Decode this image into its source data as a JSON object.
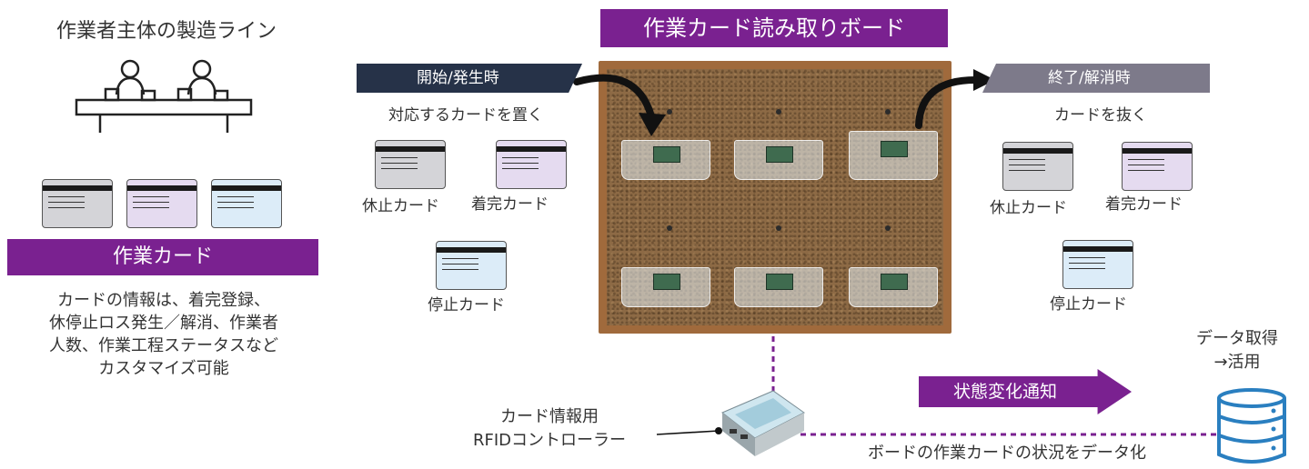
{
  "left": {
    "title": "作業者主体の製造ライン",
    "banner": "作業カード",
    "description": "カードの情報は、着完登録、\n休停止ロス発生／解消、作業者\n人数、作業工程ステータスなど\nカスタマイズ可能"
  },
  "board": {
    "title": "作業カード読み取りボード"
  },
  "start": {
    "banner": "開始/発生時",
    "instruction": "対応するカードを置く",
    "cards": [
      "休止カード",
      "着完カード",
      "停止カード"
    ]
  },
  "end": {
    "banner": "終了/解消時",
    "instruction": "カードを抜く",
    "cards": [
      "休止カード",
      "着完カード",
      "停止カード"
    ]
  },
  "bottom": {
    "status_arrow": "状態変化通知",
    "data_label": "データ取得\n→活用",
    "rfid_label": "カード情報用\nRFIDコントローラー",
    "board_data_text": "ボードの作業カードの状況をデータ化"
  },
  "colors": {
    "accent": "#7a2190",
    "start_banner": "#263248",
    "end_banner": "#7d7a8a",
    "card_gray": "#d4d4d8",
    "card_purple": "#e5dbf0",
    "card_blue": "#dcecf8",
    "database": "#2a7fc0"
  }
}
